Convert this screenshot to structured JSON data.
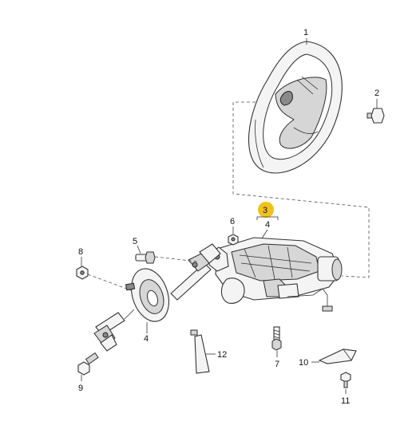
{
  "callouts": {
    "c1": "1",
    "c2": "2",
    "c3": "3",
    "c4a": "4",
    "c4b": "4",
    "c5": "5",
    "c6": "6",
    "c7": "7",
    "c8": "8",
    "c9": "9",
    "c10": "10",
    "c11": "11",
    "c12": "12"
  },
  "colors": {
    "highlight": "#f2c21b",
    "ink": "#222222"
  }
}
